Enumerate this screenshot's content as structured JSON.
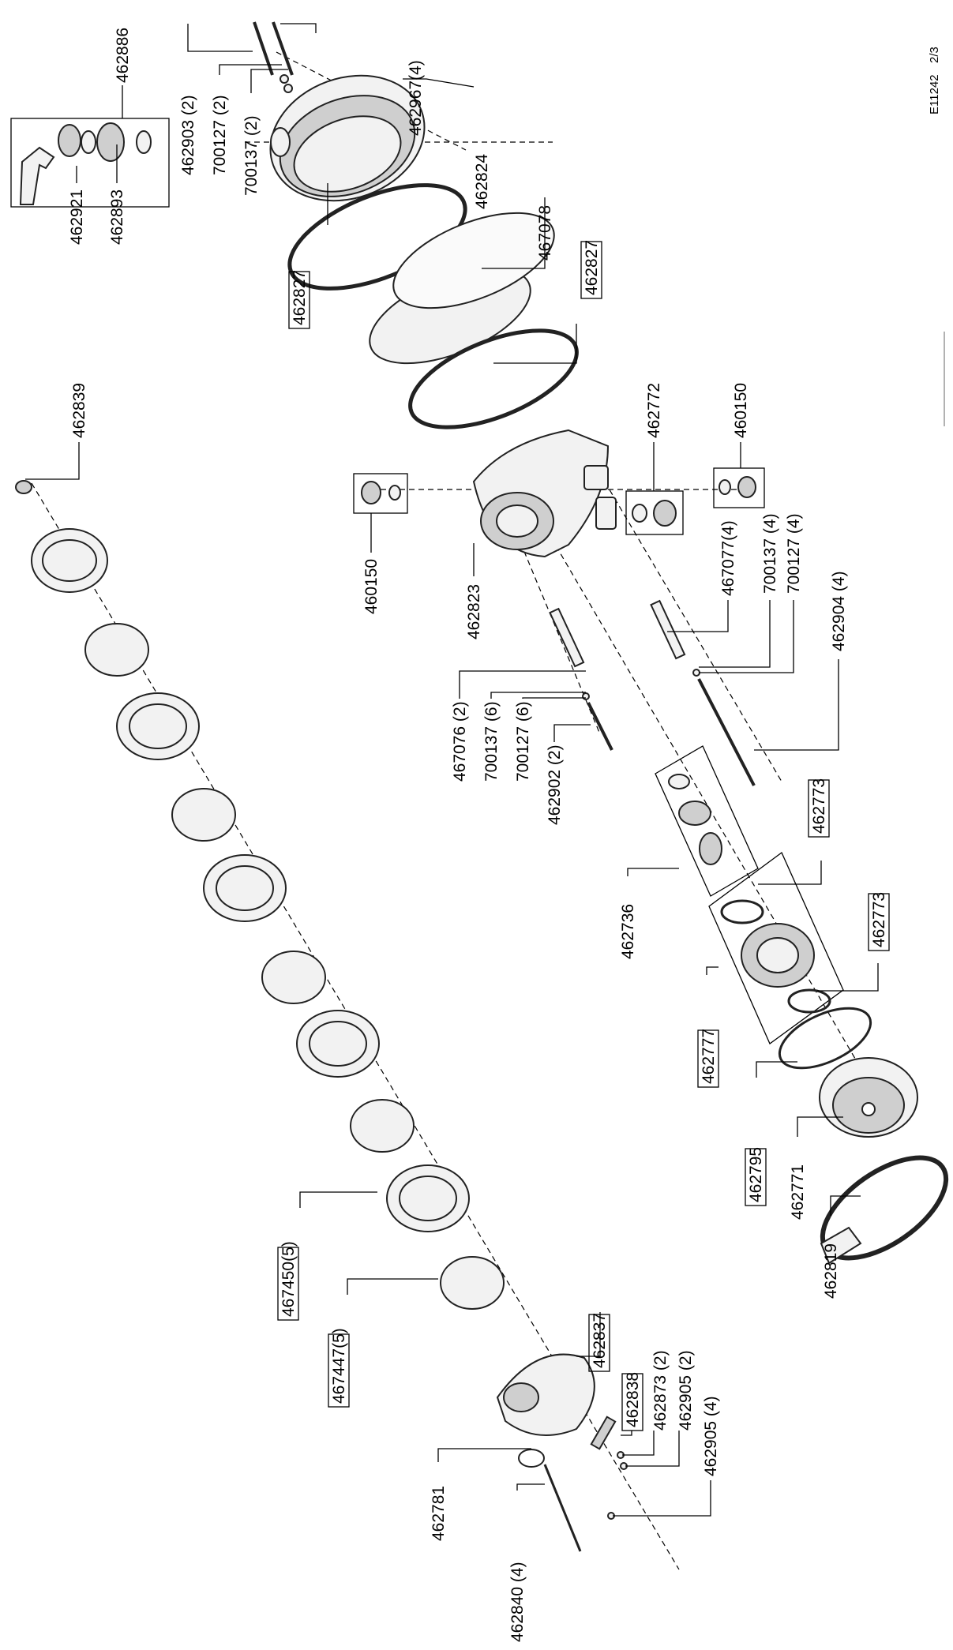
{
  "document": {
    "code": "E11242",
    "page": "2/3"
  },
  "callouts": {
    "p462886": "462886",
    "p462921": "462921",
    "p462893": "462893",
    "p462903": "462903 (2)",
    "p700127a": "700127 (2)",
    "p700137a": "700137 (2)",
    "p462967": "462967(4)",
    "p462824": "462824",
    "p467078": "467078",
    "p462827a": "462827",
    "p462827b": "462827",
    "p462839": "462839",
    "p460150a": "460150",
    "p460150b": "460150",
    "p462772": "462772",
    "p462823": "462823",
    "p467077": "467077(4)",
    "p700137b": "700137 (4)",
    "p700127b": "700127 (4)",
    "p462904": "462904 (4)",
    "p467076": "467076 (2)",
    "p700137c": "700137 (6)",
    "p700127c": "700127 (6)",
    "p462902": "462902 (2)",
    "p462736": "462736",
    "p462773a": "462773",
    "p462773b": "462773",
    "p462777": "462777",
    "p462795": "462795",
    "p462771": "462771",
    "p462819": "462819",
    "p467450": "467450(5)",
    "p467447": "467447(5)",
    "p462837": "462837",
    "p462838": "462838",
    "p462873": "462873 (2)",
    "p462905a": "462905 (2)",
    "p462905b": "462905 (4)",
    "p462781": "462781",
    "p462840": "462840 (4)"
  }
}
